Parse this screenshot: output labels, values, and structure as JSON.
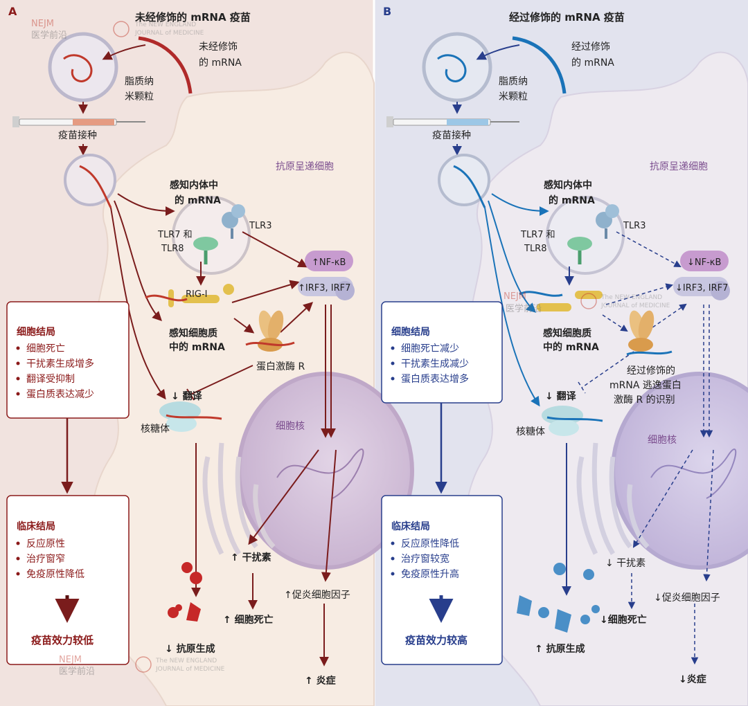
{
  "panel_a": {
    "letter": "A",
    "title": "未经修饰的 mRNA 疫苗",
    "mrna_label_1": "未经修饰",
    "mrna_label_2": "的 mRNA",
    "lnp_label_1": "脂质纳",
    "lnp_label_2": "米颗粒",
    "vaccination": "疫苗接种",
    "apc": "抗原呈递细胞",
    "endosome_1": "感知内体中",
    "endosome_2": "的 mRNA",
    "tlr78_1": "TLR7 和",
    "tlr78_2": "TLR8",
    "tlr3": "TLR3",
    "rigi": "RIG-I",
    "nfkb": "↑NF-κB",
    "irf": "↑IRF3, IRF7",
    "cyto_1": "感知细胞质",
    "cyto_2": "中的 mRNA",
    "pkr": "蛋白激酶 R",
    "translation": "↓ 翻译",
    "ribosome": "核糖体",
    "nucleus": "细胞核",
    "interferon": "↑ 干扰素",
    "cytokine": "↑促炎细胞因子",
    "cell_death": "↑ 细胞死亡",
    "antigen": "↓ 抗原生成",
    "inflammation": "↑ 炎症",
    "cell_outcome_title": "细胞结局",
    "cell_outcomes": [
      "细胞死亡",
      "干扰素生成增多",
      "翻译受抑制",
      "蛋白质表达减少"
    ],
    "clinical_title": "临床结局",
    "clinical_outcomes": [
      "反应原性",
      "治疗窗窄",
      "免疫原性降低"
    ],
    "efficacy": "疫苗效力较低",
    "accent": "#8b1a1a"
  },
  "panel_b": {
    "letter": "B",
    "title": "经过修饰的 mRNA 疫苗",
    "mrna_label_1": "经过修饰",
    "mrna_label_2": "的 mRNA",
    "lnp_label_1": "脂质纳",
    "lnp_label_2": "米颗粒",
    "vaccination": "疫苗接种",
    "apc": "抗原呈递细胞",
    "endosome_1": "感知内体中",
    "endosome_2": "的 mRNA",
    "tlr78_1": "TLR7 和",
    "tlr78_2": "TLR8",
    "tlr3": "TLR3",
    "nfkb": "↓NF-κB",
    "irf": "↓IRF3, IRF7",
    "cyto_1": "感知细胞质",
    "cyto_2": "中的 mRNA",
    "pkr_escape_1": "经过修饰的",
    "pkr_escape_2": "mRNA 逃逸蛋白",
    "pkr_escape_3": "激酶 R 的识别",
    "translation": "↓ 翻译",
    "ribosome": "核糖体",
    "nucleus": "细胞核",
    "interferon": "↓ 干扰素",
    "cytokine": "↓促炎细胞因子",
    "cell_death": "↓细胞死亡",
    "antigen": "↑ 抗原生成",
    "inflammation": "↓炎症",
    "cell_outcome_title": "细胞结局",
    "cell_outcomes": [
      "细胞死亡减少",
      "干扰素生成减少",
      "蛋白质表达增多"
    ],
    "clinical_title": "临床结局",
    "clinical_outcomes": [
      "反应原性降低",
      "治疗窗较宽",
      "免疫原性升高"
    ],
    "efficacy": "疫苗效力较高",
    "accent": "#283e8c"
  },
  "watermark": {
    "nejm": "NEJM",
    "cn": "医学前沿",
    "line1": "The NEW ENGLAND",
    "line2": "JOURNAL of MEDICINE"
  }
}
